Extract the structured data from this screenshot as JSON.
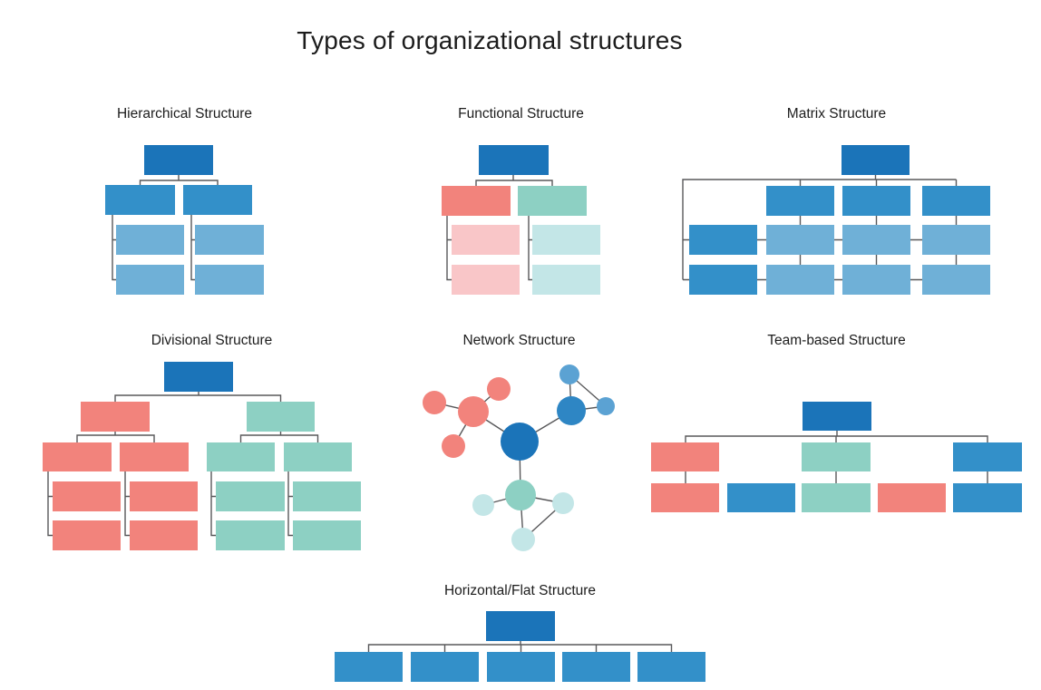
{
  "title": "Types of organizational structures",
  "panels": {
    "hierarchical": {
      "label": "Hierarchical Structure"
    },
    "functional": {
      "label": "Functional Structure"
    },
    "matrix": {
      "label": "Matrix Structure"
    },
    "divisional": {
      "label": "Divisional Structure"
    },
    "network": {
      "label": "Network Structure"
    },
    "team": {
      "label": "Team-based Structure"
    },
    "flat": {
      "label": "Horizontal/Flat Structure"
    }
  },
  "palette": {
    "dark_blue": "#1b74b9",
    "medium_blue": "#3390c9",
    "light_blue": "#6fb0d7",
    "network_blue_hub": "#2e86c4",
    "network_blue_small": "#5ba2d3",
    "salmon": "#f2837c",
    "light_pink": "#f9c6c8",
    "teal": "#8dd0c3",
    "light_teal": "#c3e6e7",
    "connector": "#58585a",
    "text": "#1c1c1c",
    "background": "#ffffff"
  }
}
